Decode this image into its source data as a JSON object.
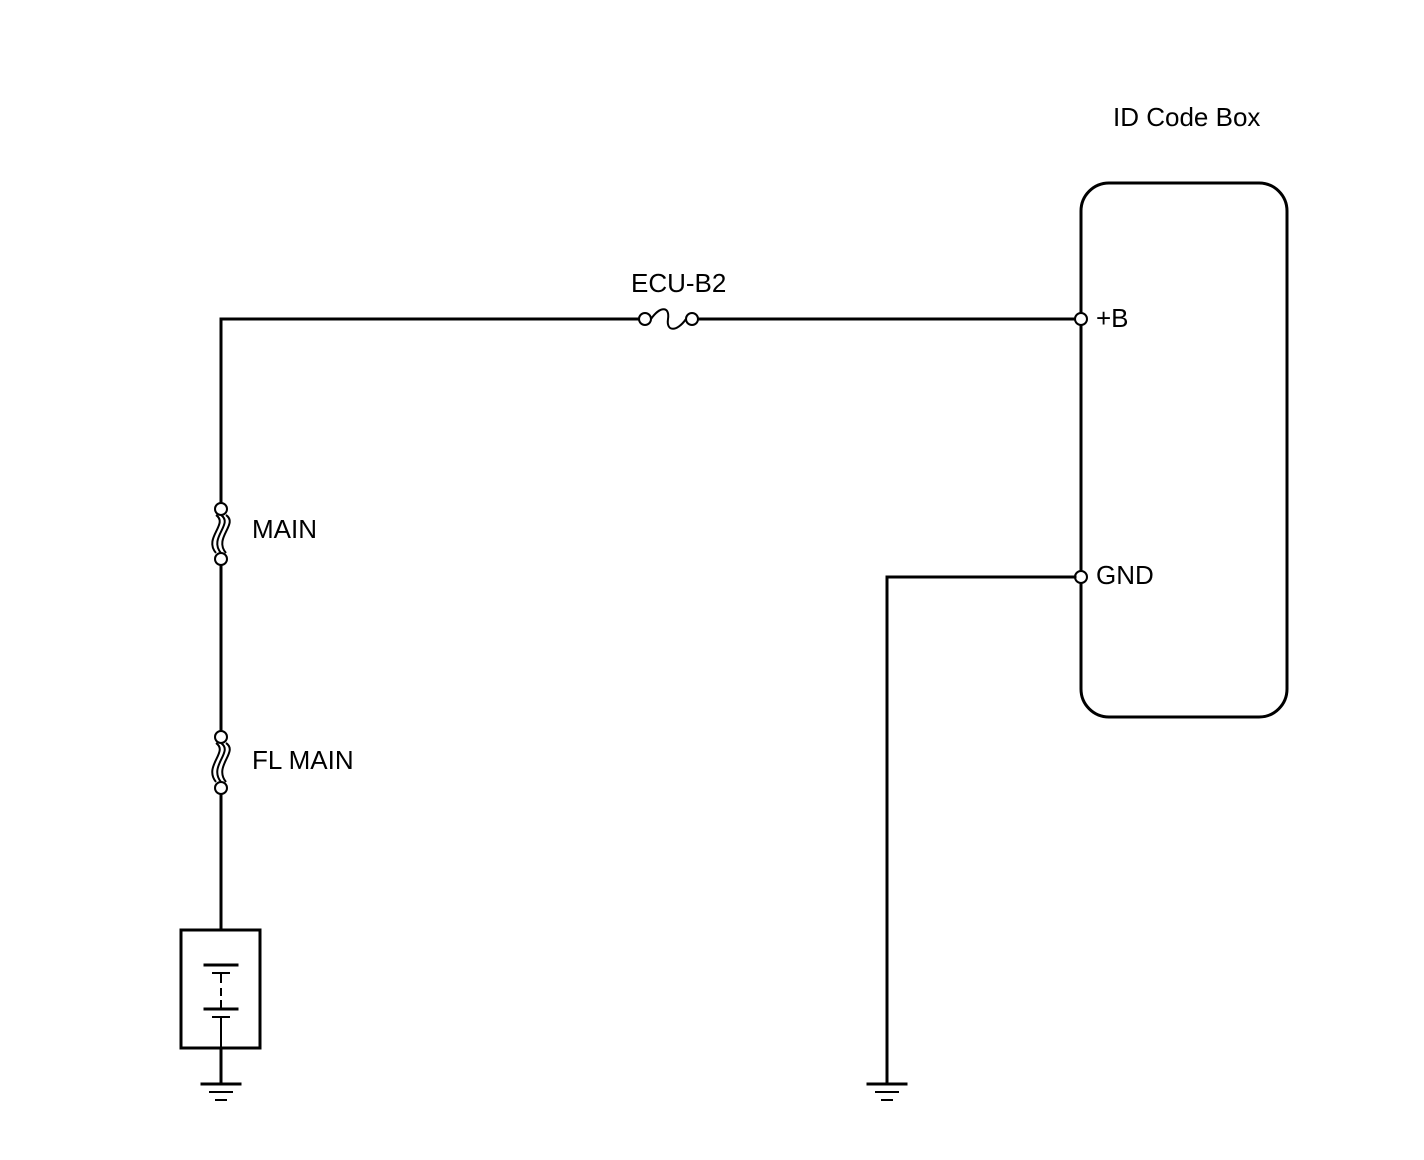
{
  "component": {
    "title": "ID Code Box",
    "terminals": {
      "power": "+B",
      "ground": "GND"
    }
  },
  "fuses": {
    "ecu": "ECU-B2",
    "main": "MAIN",
    "fl_main": "FL MAIN"
  },
  "symbols": {
    "battery": "battery-icon",
    "ground": "ground-icon",
    "fuse": "fuse-icon",
    "fusible_link": "fusible-link-icon"
  },
  "colors": {
    "line": "#000000",
    "background": "#ffffff"
  }
}
